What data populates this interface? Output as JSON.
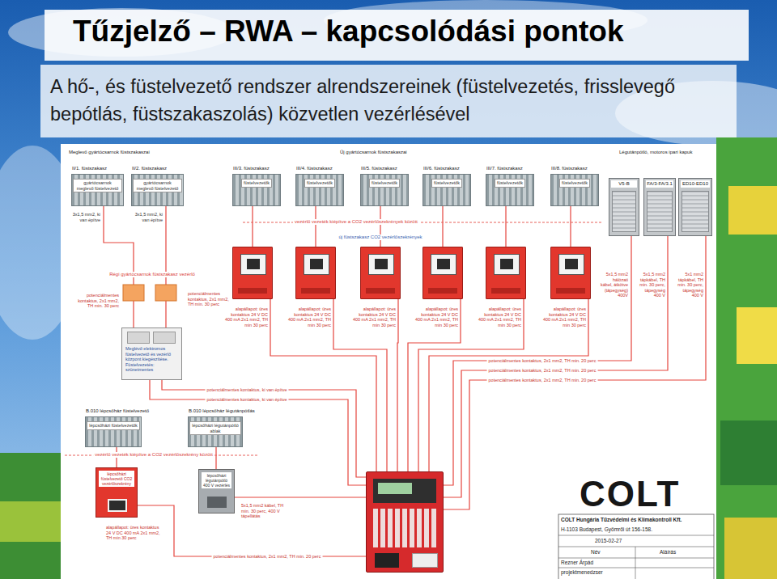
{
  "diagram": {
    "title": "Tűzjelző – RWA – kapcsolódási pontok",
    "nodes": [
      {
        "text": [
          "II/1. füstszakasz",
          "gyártócsarnok meglevő füstelvezető"
        ]
      },
      {
        "text": [
          "II/2. füstszakasz",
          "gyártócsarnok meglevő füstelvezető"
        ]
      },
      {
        "text": [
          "III/3. füstszakasz",
          "füstelvezetők"
        ]
      },
      {
        "text": [
          "III/4. füstszakasz",
          "füstelvezetők"
        ]
      },
      {
        "text": [
          "III/5. füstszakasz",
          "füstelvezetők"
        ]
      },
      {
        "text": [
          "III/6. füstszakasz",
          "füstelvezetők"
        ]
      },
      {
        "text": [
          "III/7. füstszakasz",
          "füstelvezetők"
        ]
      },
      {
        "text": [
          "III/8. füstszakasz",
          "füstelvezetők"
        ]
      },
      {
        "text": [
          "V5-B"
        ]
      },
      {
        "text": [
          "FA/3-FA/3.1"
        ]
      },
      {
        "text": [
          "ED10-ED10"
        ]
      },
      {
        "text": [
          "alapállapot: üres kontaktus 24 V DC 400 mA 2x1 mm2, TH min 30 perc"
        ]
      },
      {
        "text": [
          "alapállapot: üres kontaktus 24 V DC 400 mA 2x1 mm2, TH min 30 perc"
        ]
      },
      {
        "text": [
          "alapállapot: üres kontaktus 24 V DC 400 mA 2x1 mm2, TH min 30 perc"
        ]
      },
      {
        "text": [
          "alapállapot: üres kontaktus 24 V DC 400 mA 2x1 mm2, TH min 30 perc"
        ]
      },
      {
        "text": [
          "alapállapot: üres kontaktus 24 V DC 400 mA 2x1 mm2, TH min 30 perc"
        ]
      },
      {
        "text": [
          "alapállapot: üres kontaktus 24 V DC 400 mA 2x1 mm2, TH min 30 perc"
        ]
      },
      {
        "text": [
          "Meglévő elektromos füstelvezető és vezérlő központ kiegészítése. Füstelvezetés: szünetmentes"
        ]
      },
      {
        "text": [
          "B.010 lépcsőház füstelvezető",
          "lépcsőházi füstelvezetők"
        ]
      },
      {
        "text": [
          "B.010 lépcsőház légutánpótlás",
          "lépcsőházi légutánpótló ablak"
        ]
      },
      {
        "text": [
          "lépcsőházi füstelvezető CO2 vezérlőszekrény",
          "alapállapot: üres kontaktus 24 V DC 400 mA 2x1 mm2, TH min 30 perc"
        ]
      },
      {
        "text": [
          "lépcsőházi légutánpótló 400 V vezérlés"
        ]
      },
      {
        "text": []
      }
    ],
    "edges": [
      {
        "from": 0,
        "to": 17,
        "arrow": "none"
      },
      {
        "from": 1,
        "to": 17,
        "arrow": "none"
      },
      {
        "from": 2,
        "to": 11,
        "arrow": "none"
      },
      {
        "from": 3,
        "to": 12,
        "arrow": "none"
      },
      {
        "from": 4,
        "to": 13,
        "arrow": "none"
      },
      {
        "from": 5,
        "to": 14,
        "arrow": "none"
      },
      {
        "from": 6,
        "to": 15,
        "arrow": "none"
      },
      {
        "from": 7,
        "to": 16,
        "arrow": "none"
      },
      {
        "from": 11,
        "to": 22,
        "arrow": "none"
      },
      {
        "from": 12,
        "to": 22,
        "arrow": "none"
      },
      {
        "from": 13,
        "to": 22,
        "arrow": "none"
      },
      {
        "from": 14,
        "to": 22,
        "arrow": "none"
      },
      {
        "from": 15,
        "to": 22,
        "arrow": "none"
      },
      {
        "from": 16,
        "to": 22,
        "arrow": "none"
      },
      {
        "from": 8,
        "to": 22,
        "label": "potenciálmentes kontaktus, 2x1 mm2, TH min. 20 perc",
        "arrow": "none"
      },
      {
        "from": 9,
        "to": 22,
        "label": "potenciálmentes kontaktus, 2x1 mm2, TH min. 20 perc",
        "arrow": "none"
      },
      {
        "from": 10,
        "to": 22,
        "label": "potenciálmentes kontaktus, 2x1 mm2, TH min. 20 perc",
        "arrow": "none"
      },
      {
        "from": 17,
        "to": 22,
        "label": "potenciálmentes kontaktus, ki van építve",
        "arrow": "none"
      },
      {
        "from": 17,
        "to": 22,
        "label": "potenciálmentes kontaktus, ki van építve",
        "arrow": "none"
      },
      {
        "from": 18,
        "to": 20,
        "arrow": "none"
      },
      {
        "from": 19,
        "to": 21,
        "arrow": "none"
      },
      {
        "from": 20,
        "to": 22,
        "label": "potenciálmentes kontaktus, 2x1 mm2, TH min. 20 perc",
        "arrow": "none"
      },
      {
        "from": 21,
        "to": 22,
        "arrow": "none"
      }
    ],
    "labels": [
      "A hő-, és füstelvezető rendszer alrendszereinek (füstelvezetés, frisslevegő bepótlás, füstszakaszolás) közvetlen vezérlésével",
      "Meglevő gyártócsarnok füstszakaszai",
      "Új gyártócsarnok füstszakaszai",
      "Légutánpótló, motoros ipari kapuk",
      "3x1,5 mm2, ki van építve",
      "3x1,5 mm2, ki van építve",
      "vezérlő vezeték kiépítve a CO2 vezérlőszekrények között",
      "új füstszakasz CO2 vezérlőszekrények",
      "Régi gyártócsarnok füstszakasz vezérlő",
      "potenciálmentes kontaktus, 2x1 mm2, TH min. 30 perc",
      "potenciálmentes kontaktus, 2x1 mm2, TH min. 30 perc",
      "5x1,5 mm2 hálózati kábel, átkötve (tápegység) 400V",
      "5x1,5 mm2 tápkábel, TH min. 30 perc, tápegység 400 V",
      "5x1 mm2 tápkábel, TH min. 30 perc, tápegység 400 V",
      "vezérlő vezeték kiépítve a CO2 vezérlőszekrény között",
      "5x1,5 mm2 kábel, TH min. 30 perc, 400 V tápellátás",
      "COLT",
      "COLT Hungária Tűzvédelmi és Klímakontroll Kft.",
      "H-1103 Budapest, Gyömrői út 156-158.",
      "2015-02-27",
      "Név",
      "Aláírás",
      "Rezner Árpád",
      "projektmenedzser"
    ]
  }
}
